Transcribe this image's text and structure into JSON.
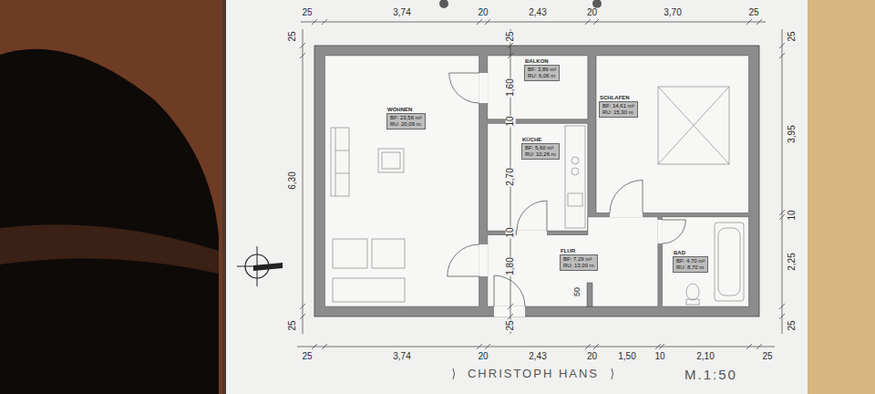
{
  "diagram": {
    "nodes": [
      {
        "text": [
          "WOHNEN",
          "BF: 23,56 m²",
          "RU: 20,09 m"
        ]
      },
      {
        "text": [
          "BALKON",
          "BF: 3,89 m²",
          "RU: 6,06 m"
        ]
      },
      {
        "text": [
          "SCHLAFEN",
          "BF: 14,61 m²",
          "RU: 15,30 m"
        ]
      },
      {
        "text": [
          "KÜCHE",
          "BF: 5,60 m²",
          "RU: 10,26 m"
        ]
      },
      {
        "text": [
          "FLUR",
          "BF: 7,29 m²",
          "RU: 13,00 m"
        ]
      },
      {
        "text": [
          "BAD",
          "BF: 4,70 m²",
          "RU: 8,70 m"
        ]
      }
    ],
    "labels": [
      "25",
      "3,74",
      "20",
      "2,43",
      "20",
      "3,70",
      "25",
      "25",
      "3,74",
      "20",
      "2,43",
      "20",
      "1,50",
      "10",
      "2,10",
      "25",
      "25",
      "6,30",
      "25",
      "25",
      "3,95",
      "10",
      "2,25",
      "25",
      "25",
      "1,60",
      "10",
      "2,70",
      "10",
      "1,80",
      "25",
      "50",
      "CHRISTOPH HANS",
      "M.1:50"
    ]
  }
}
